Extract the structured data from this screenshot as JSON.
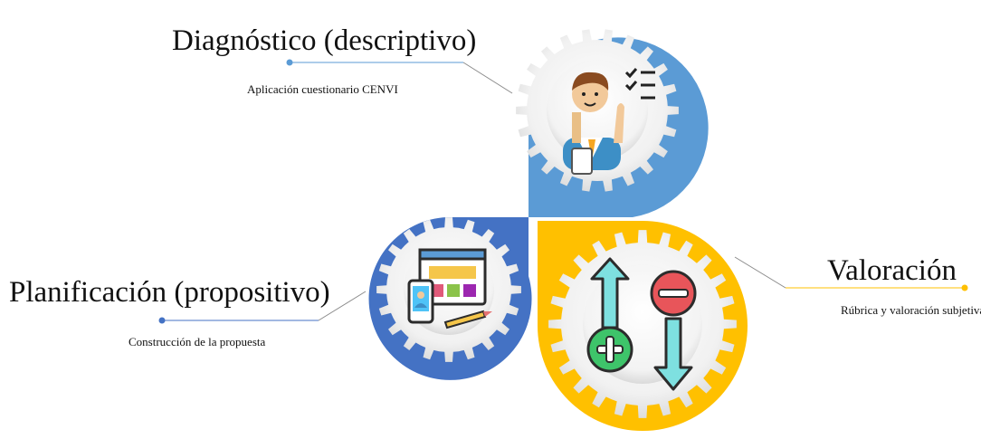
{
  "stages": [
    {
      "id": "diagnostico",
      "title": "Diagnóstico (descriptivo)",
      "subtitle": "Aplicación cuestionario CENVI",
      "color": "#5b9bd5",
      "dot_color": "#5b9bd5",
      "icon": "teacher-checklist-icon"
    },
    {
      "id": "planificacion",
      "title": "Planificación (propositivo)",
      "subtitle": "Construcción de la propuesta",
      "color": "#4472c4",
      "dot_color": "#4472c4",
      "icon": "web-design-icon"
    },
    {
      "id": "valoracion",
      "title": "Valoración",
      "subtitle": "Rúbrica y valoración subjetiva",
      "color": "#ffc000",
      "dot_color": "#ffc000",
      "icon": "plus-minus-arrows-icon"
    }
  ]
}
